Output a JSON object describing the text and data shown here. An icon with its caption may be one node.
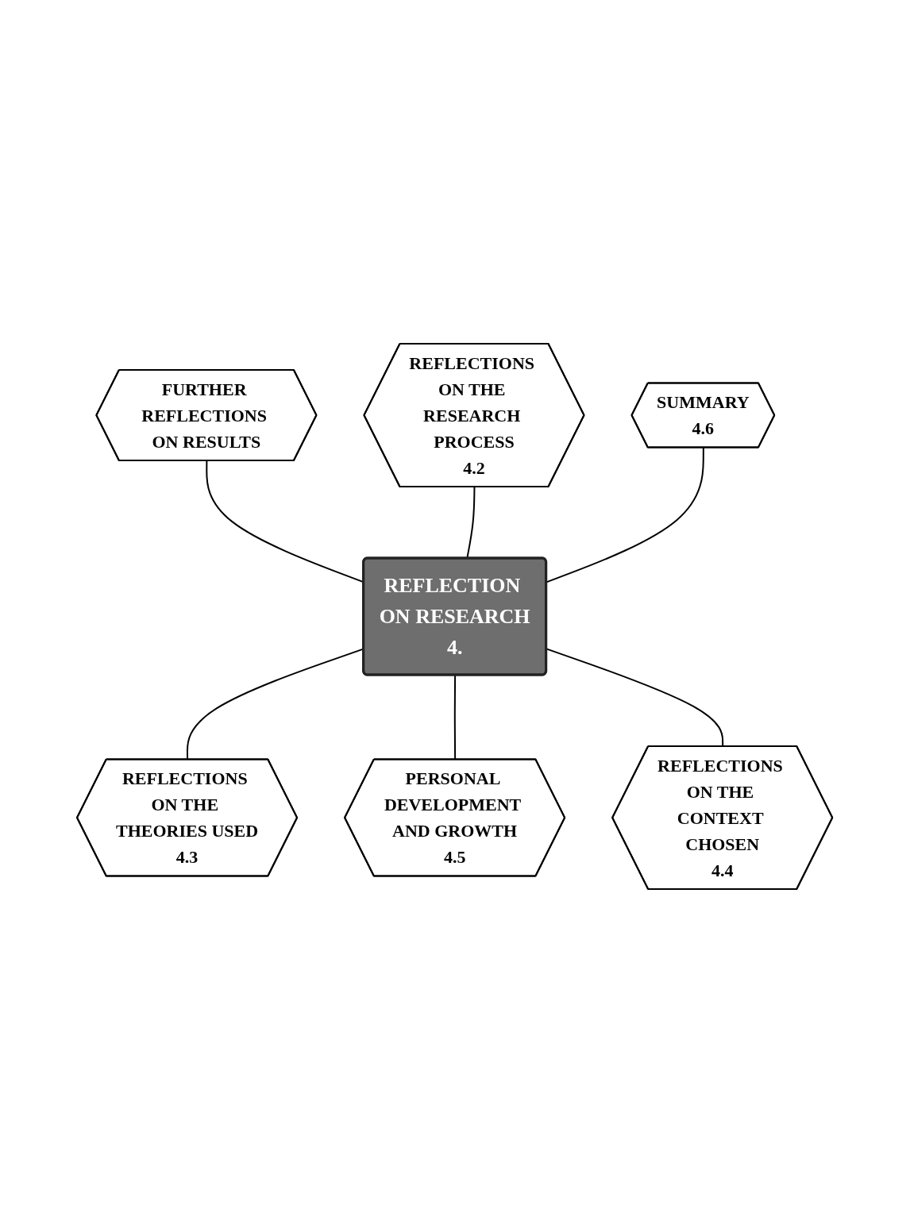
{
  "diagram": {
    "nodes": [
      {
        "text": [
          "FURTHER REFLECTIONS ON RESULTS"
        ]
      },
      {
        "text": [
          "REFLECTIONS ON THE RESEARCH PROCESS",
          "4.2"
        ]
      },
      {
        "text": [
          "SUMMARY",
          "4.6"
        ]
      },
      {
        "text": [
          "REFLECTION ON RESEARCH",
          "4."
        ]
      },
      {
        "text": [
          "REFLECTIONS ON THE THEORIES USED",
          "4.3"
        ]
      },
      {
        "text": [
          "PERSONAL DEVELOPMENT AND GROWTH",
          "4.5"
        ]
      },
      {
        "text": [
          "REFLECTIONS ON THE CONTEXT CHOSEN",
          "4.4"
        ]
      }
    ],
    "edges": [
      {
        "from": 3,
        "to": 0,
        "arrow": "none"
      },
      {
        "from": 3,
        "to": 1,
        "arrow": "none"
      },
      {
        "from": 3,
        "to": 2,
        "arrow": "none"
      },
      {
        "from": 3,
        "to": 4,
        "arrow": "none"
      },
      {
        "from": 3,
        "to": 5,
        "arrow": "none"
      },
      {
        "from": 3,
        "to": 6,
        "arrow": "none"
      }
    ]
  }
}
